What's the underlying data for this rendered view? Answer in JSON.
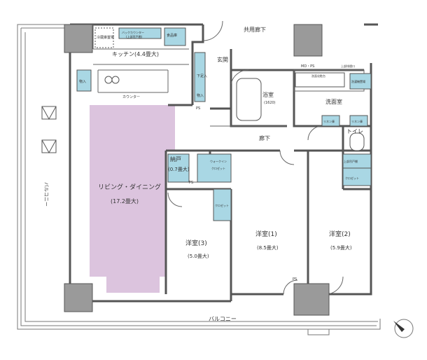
{
  "labels": {
    "common_corridor": "共用廊下",
    "md_ps": "MD・PS",
    "upper_hatch": "上部排煙口",
    "entrance": "玄関",
    "shoe_box": "下足入",
    "storage_entry": "物入",
    "ps_entry": "PS",
    "kitchen": "キッチン(4.4畳大)",
    "fridge": "冷蔵庫置場",
    "back_counter": "バックカウンター",
    "back_counter_sub": "(上部吊戸棚)",
    "pantry": "食品庫",
    "storage_left": "物入",
    "counter": "カウンター",
    "bath": "浴室",
    "bath_size": "(1620)",
    "vanity": "洗面化粧台",
    "washer": "洗濯機置場",
    "washroom": "洗面室",
    "linen1": "リネン庫",
    "linen2": "リネン庫",
    "corridor": "廊下",
    "toilet": "トイレ",
    "upper_shelf": "上部吊戸棚",
    "closet_small": "クロゼット",
    "storeroom": "納戸",
    "storeroom_size": "(0.7畳大)",
    "ps_storeroom": "PS",
    "walk_in": "ウォークイン",
    "walk_in2": "クロゼット",
    "closet3": "クロゼット",
    "living": "リビング・ダイニング",
    "living_size": "(17.2畳大)",
    "room3": "洋室(3)",
    "room3_size": "(5.0畳大)",
    "room1": "洋室(1)",
    "room1_size": "(8.5畳大)",
    "room2": "洋室(2)",
    "room2_size": "(5.9畳大)",
    "balcony_left": "バルコニー",
    "balcony_bottom": "バルコニー",
    "ps_bottom": "PS"
  },
  "colors": {
    "living_fill": "#dcc4de",
    "storage_fill": "#a9d7e4",
    "column_fill": "#9a9a9a",
    "wall": "#555555"
  }
}
